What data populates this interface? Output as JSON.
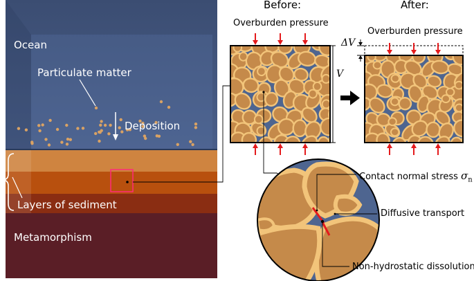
{
  "left_panel": {
    "ocean_label": "Ocean",
    "particulate_label": "Particulate matter",
    "deposition_label": "Deposition",
    "layers_label": "Layers of sediment",
    "metamorphism_label": "Metamorphism"
  },
  "before_panel": {
    "title": "Before:",
    "pressure_label": "Overburden pressure",
    "volume_symbol": "V"
  },
  "after_panel": {
    "title": "After:",
    "pressure_label": "Overburden pressure",
    "delta_v_symbol": "ΔV"
  },
  "zoom_panel": {
    "stress_label": "Contact normal stress",
    "stress_symbol": "σ",
    "stress_subscript": "n",
    "diffusive_label": "Diffusive transport",
    "dissolution_label": "Non-hydrostatic dissolution"
  },
  "colors": {
    "ocean_blue": "#465a82",
    "grain_fill": "#c58a4a",
    "grain_rim": "#f2c47a",
    "pore_fill": "#4e6590",
    "arrow_red": "#e41a1c",
    "sediment_orange": "#c8671f",
    "metamorphism_maroon": "#5a1e26"
  }
}
